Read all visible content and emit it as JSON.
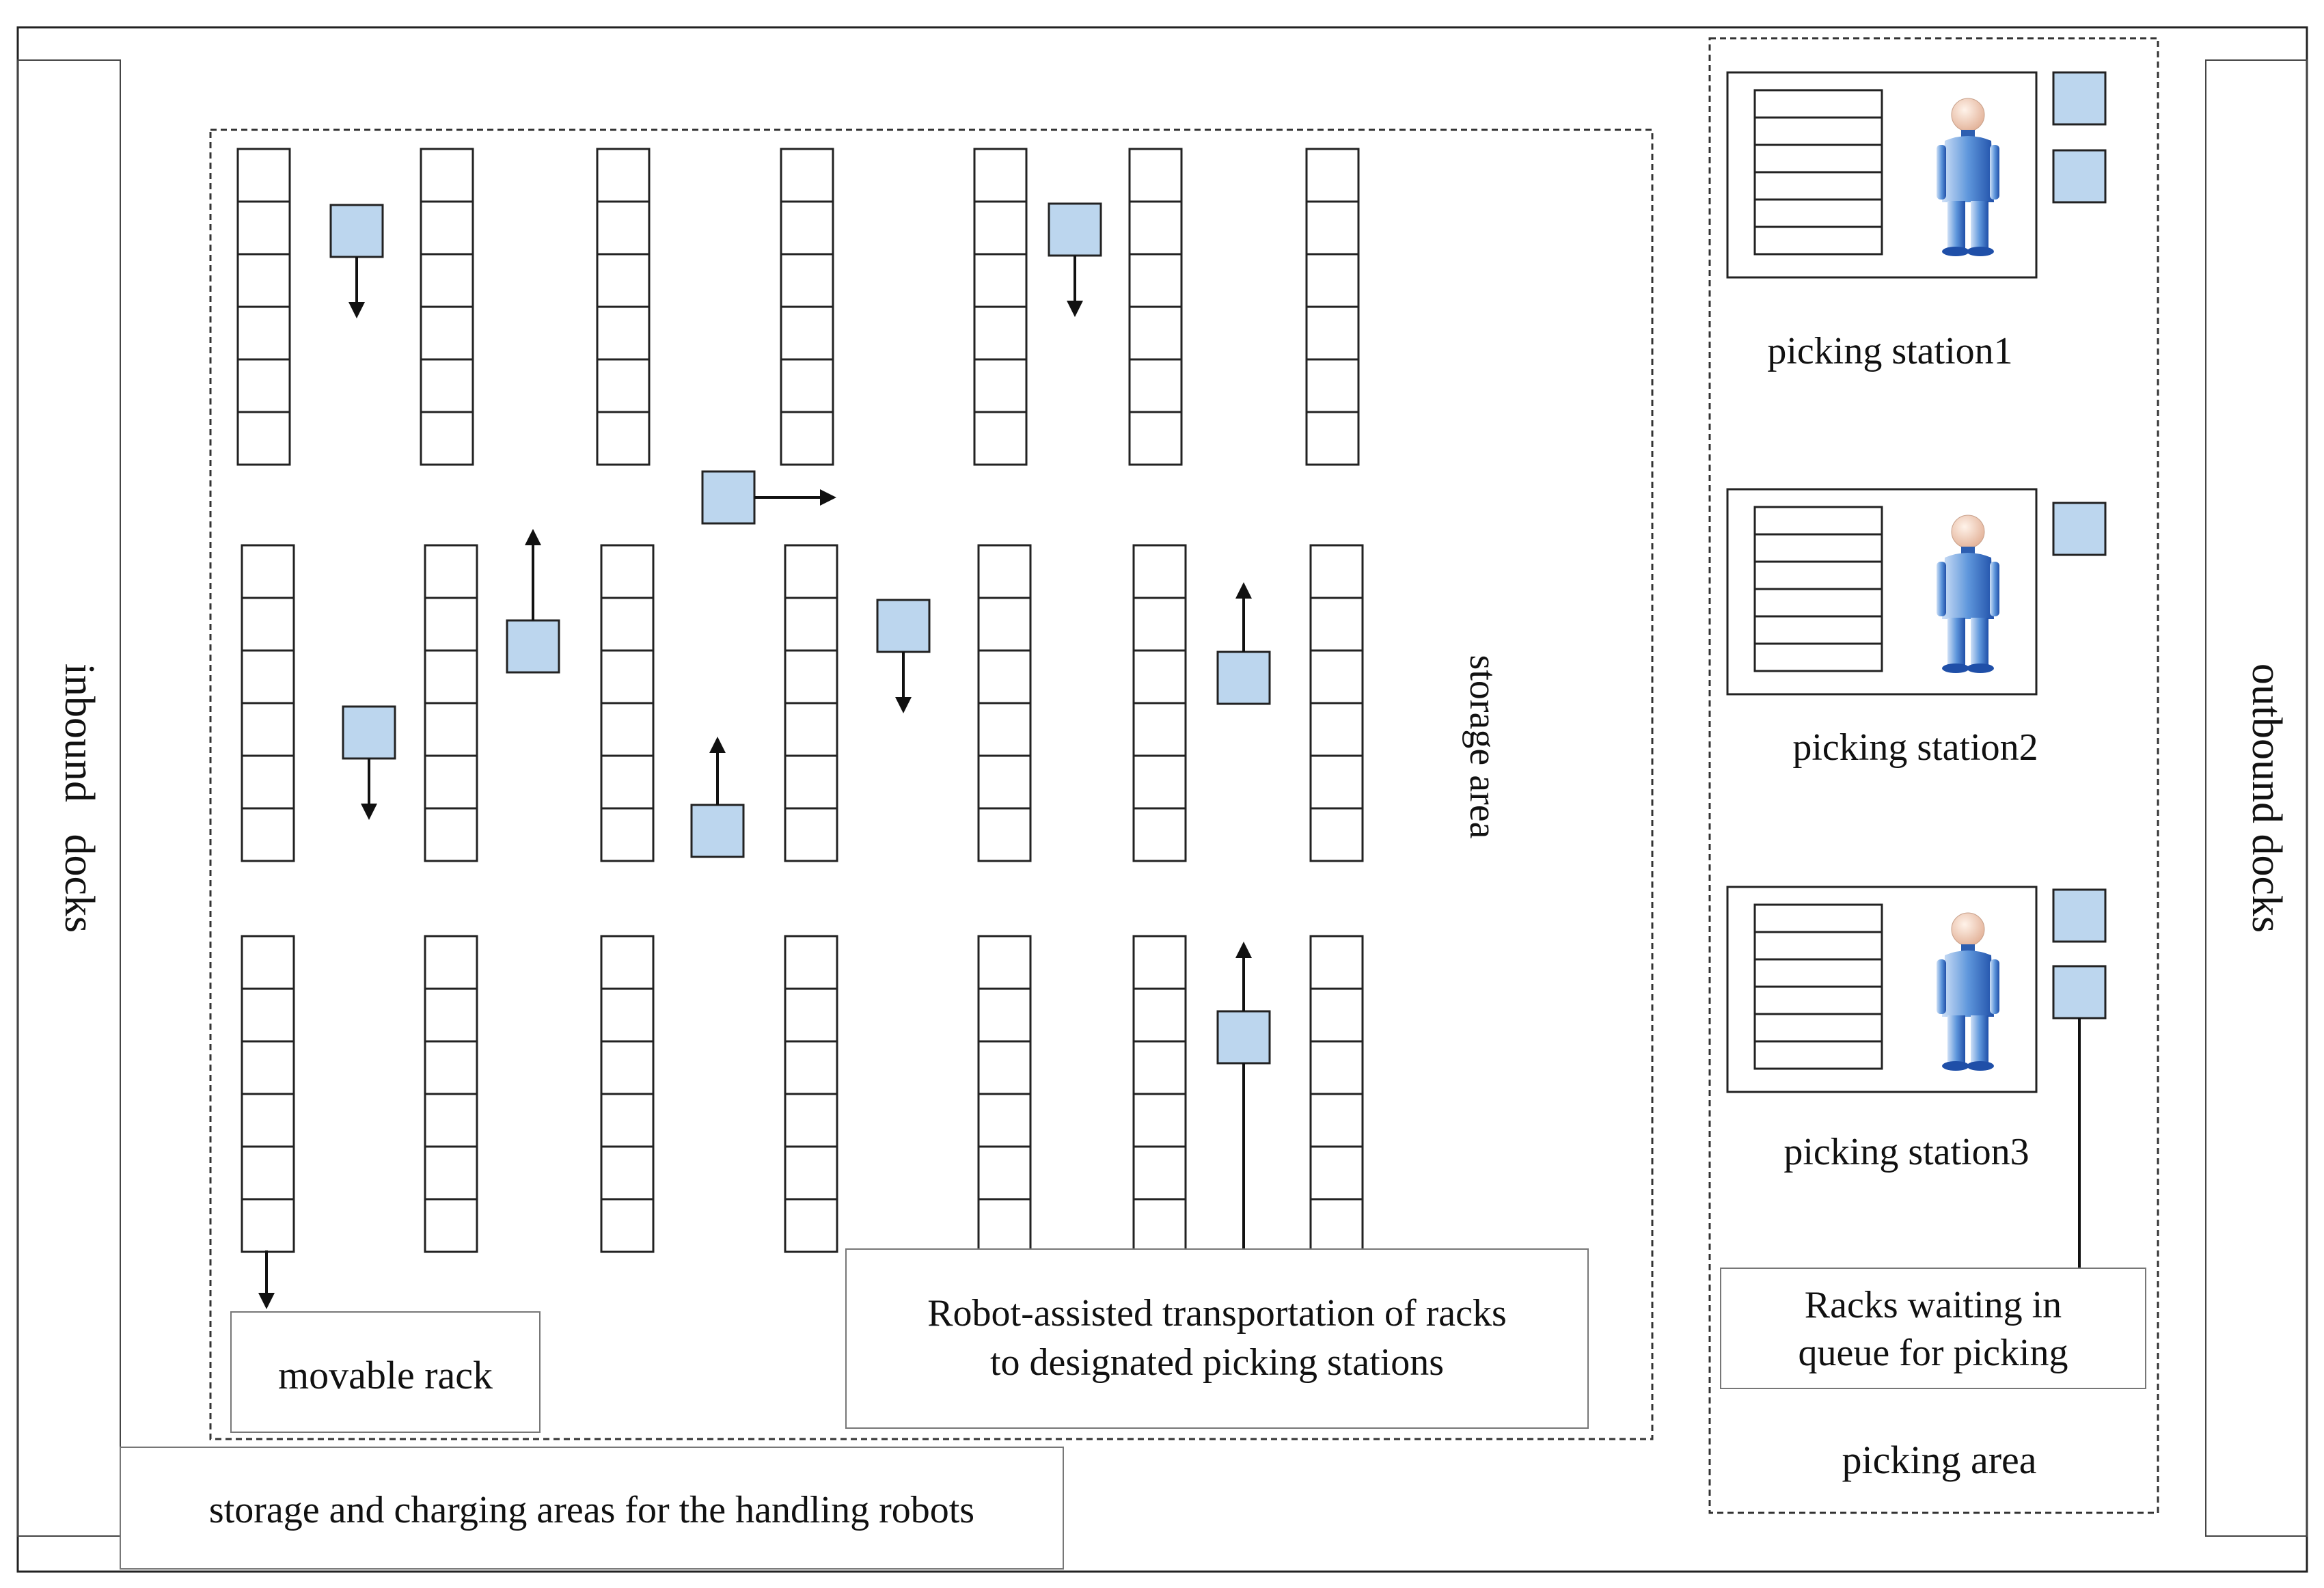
{
  "labels": {
    "inbound_docks": "inbound   docks",
    "outbound_docks": "outbound docks",
    "storage_area": "storage area",
    "picking_station_1": "picking station1",
    "picking_station_2": "picking station2",
    "picking_station_3": "picking station3",
    "picking_area": "picking area",
    "movable_rack": "movable rack",
    "robot_transport_line1": "Robot-assisted transportation of racks",
    "robot_transport_line2": "to designated picking stations",
    "queue_line1": "Racks waiting in",
    "queue_line2": "queue for picking",
    "charging_area": "storage and charging areas for the handling robots"
  },
  "colors": {
    "robot_fill": "#bcd6ee",
    "stroke": "#222222",
    "dashed": "#333333",
    "worker_body": "#4a86d4",
    "worker_head": "#f2d2bc"
  }
}
